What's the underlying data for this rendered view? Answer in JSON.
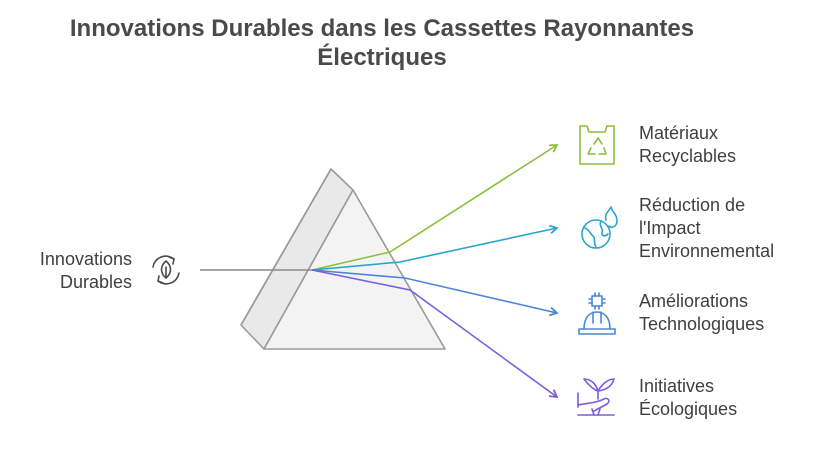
{
  "title": {
    "line1": "Innovations Durables dans les Cassettes Rayonnantes",
    "line2": "Électriques"
  },
  "source": {
    "line1": "Innovations",
    "line2": "Durables",
    "icon": "recycle-leaf-icon"
  },
  "outputs": [
    {
      "line1": "Matériaux",
      "line2": "Recyclables",
      "line3": "",
      "color": "#8cbf3f",
      "icon": "recycle-bin-icon"
    },
    {
      "line1": "Réduction de",
      "line2": "l'Impact",
      "line3": "Environnemental",
      "color": "#2aa4cc",
      "icon": "globe-fire-icon"
    },
    {
      "line1": "Améliorations",
      "line2": "Technologiques",
      "line3": "",
      "color": "#4a86d8",
      "icon": "chip-hardhat-icon"
    },
    {
      "line1": "Initiatives",
      "line2": "Écologiques",
      "line3": "",
      "color": "#7a5ee0",
      "icon": "plant-hand-icon"
    }
  ],
  "colors": {
    "prism_fill": "#f1f1f1",
    "prism_stroke": "#9a9a9a",
    "input_beam": "#8a8a8a"
  }
}
